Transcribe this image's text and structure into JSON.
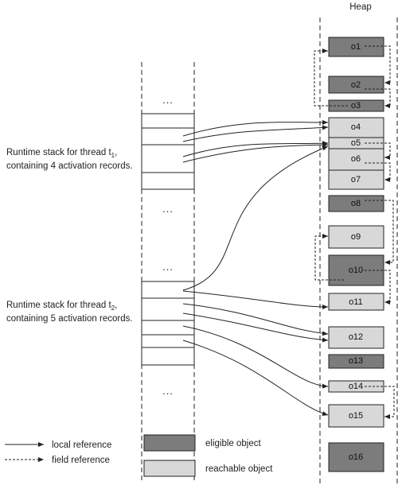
{
  "heap": {
    "title": "Heap",
    "objects": [
      {
        "id": "o1",
        "kind": "eligible"
      },
      {
        "id": "o2",
        "kind": "eligible"
      },
      {
        "id": "o3",
        "kind": "eligible"
      },
      {
        "id": "o4",
        "kind": "reachable"
      },
      {
        "id": "o5",
        "kind": "reachable"
      },
      {
        "id": "o6",
        "kind": "reachable"
      },
      {
        "id": "o7",
        "kind": "reachable"
      },
      {
        "id": "o8",
        "kind": "eligible"
      },
      {
        "id": "o9",
        "kind": "reachable"
      },
      {
        "id": "o10",
        "kind": "eligible"
      },
      {
        "id": "o11",
        "kind": "reachable"
      },
      {
        "id": "o12",
        "kind": "reachable"
      },
      {
        "id": "o13",
        "kind": "eligible"
      },
      {
        "id": "o14",
        "kind": "reachable"
      },
      {
        "id": "o15",
        "kind": "reachable"
      },
      {
        "id": "o16",
        "kind": "eligible"
      }
    ]
  },
  "stacks": {
    "ellipsis": "...",
    "thread1": {
      "line1": "Runtime stack for thread t",
      "sub": "1",
      "line1_end": ",",
      "line2": "containing 4 activation records."
    },
    "thread2": {
      "line1": "Runtime stack for thread t",
      "sub": "2",
      "line1_end": ",",
      "line2": "containing 5 activation records."
    }
  },
  "legend": {
    "local_reference": "local reference",
    "field_reference": "field reference",
    "eligible_object": "eligible object",
    "reachable_object": "reachable object"
  },
  "colors": {
    "eligible": "#7c7c7c",
    "reachable": "#d8d8d8",
    "line": "#222222"
  }
}
